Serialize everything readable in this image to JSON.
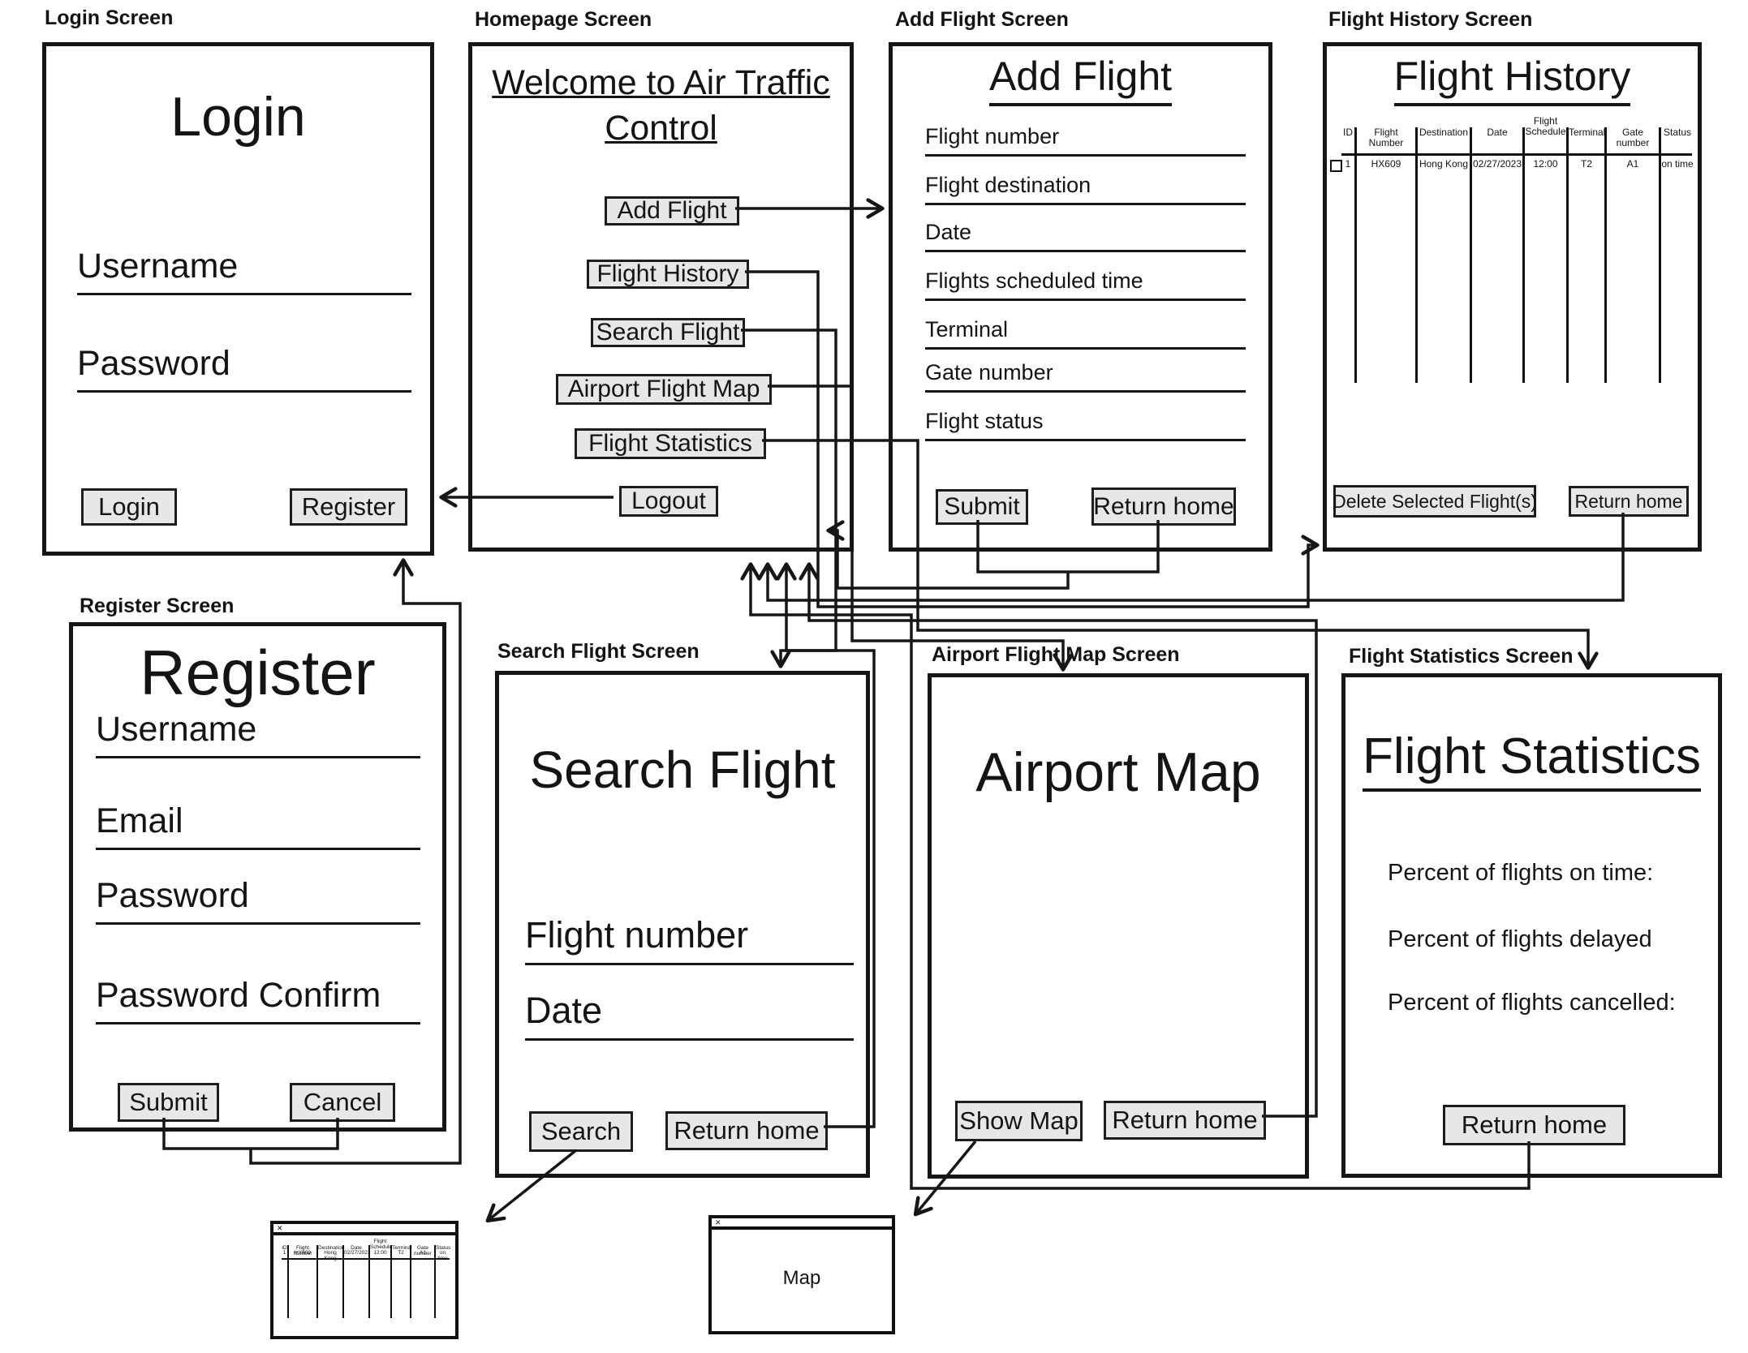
{
  "screens": {
    "login": {
      "label": "Login Screen",
      "title": "Login",
      "fields": [
        "Username",
        "Password"
      ],
      "buttons": {
        "login": "Login",
        "register": "Register"
      }
    },
    "homepage": {
      "label": "Homepage Screen",
      "title": "Welcome to Air Traffic Control",
      "buttons": [
        "Add Flight",
        "Flight History",
        "Search Flight",
        "Airport Flight Map",
        "Flight Statistics",
        "Logout"
      ]
    },
    "add_flight": {
      "label": "Add Flight Screen",
      "title": "Add Flight",
      "fields": [
        "Flight number",
        "Flight destination",
        "Date",
        "Flights scheduled time",
        "Terminal",
        "Gate number",
        "Flight status"
      ],
      "buttons": {
        "submit": "Submit",
        "return_home": "Return home"
      }
    },
    "flight_history": {
      "label": "Flight History Screen",
      "title": "Flight History",
      "table": {
        "headers": [
          "ID",
          "Flight Number",
          "Destination",
          "Date",
          "Flight Schedule",
          "Terminal",
          "Gate number",
          "Status"
        ],
        "rows": [
          [
            "1",
            "HX609",
            "Hong Kong",
            "02/27/2023",
            "12:00",
            "T2",
            "A1",
            "on time"
          ]
        ]
      },
      "buttons": {
        "delete": "Delete Selected Flight(s)",
        "return_home": "Return home"
      }
    },
    "register": {
      "label": "Register Screen",
      "title": "Register",
      "fields": [
        "Username",
        "Email",
        "Password",
        "Password Confirm"
      ],
      "buttons": {
        "submit": "Submit",
        "cancel": "Cancel"
      }
    },
    "search_flight": {
      "label": "Search Flight Screen",
      "title": "Search Flight",
      "fields": [
        "Flight number",
        "Date"
      ],
      "buttons": {
        "search": "Search",
        "return_home": "Return home"
      }
    },
    "airport_map": {
      "label": "Airport Flight Map Screen",
      "title": "Airport Map",
      "buttons": {
        "show_map": "Show Map",
        "return_home": "Return home"
      }
    },
    "flight_stats": {
      "label": "Flight Statistics Screen",
      "title": "Flight Statistics",
      "stats": [
        "Percent of flights on time:",
        "Percent of flights delayed",
        "Percent of flights cancelled:"
      ],
      "buttons": {
        "return_home": "Return home"
      }
    }
  },
  "popups": {
    "search_results": {
      "close_icon": "✕"
    },
    "map": {
      "close_icon": "✕",
      "content": "Map"
    }
  },
  "colors": {
    "line": "#161616",
    "button_bg": "#e7e7e7"
  }
}
